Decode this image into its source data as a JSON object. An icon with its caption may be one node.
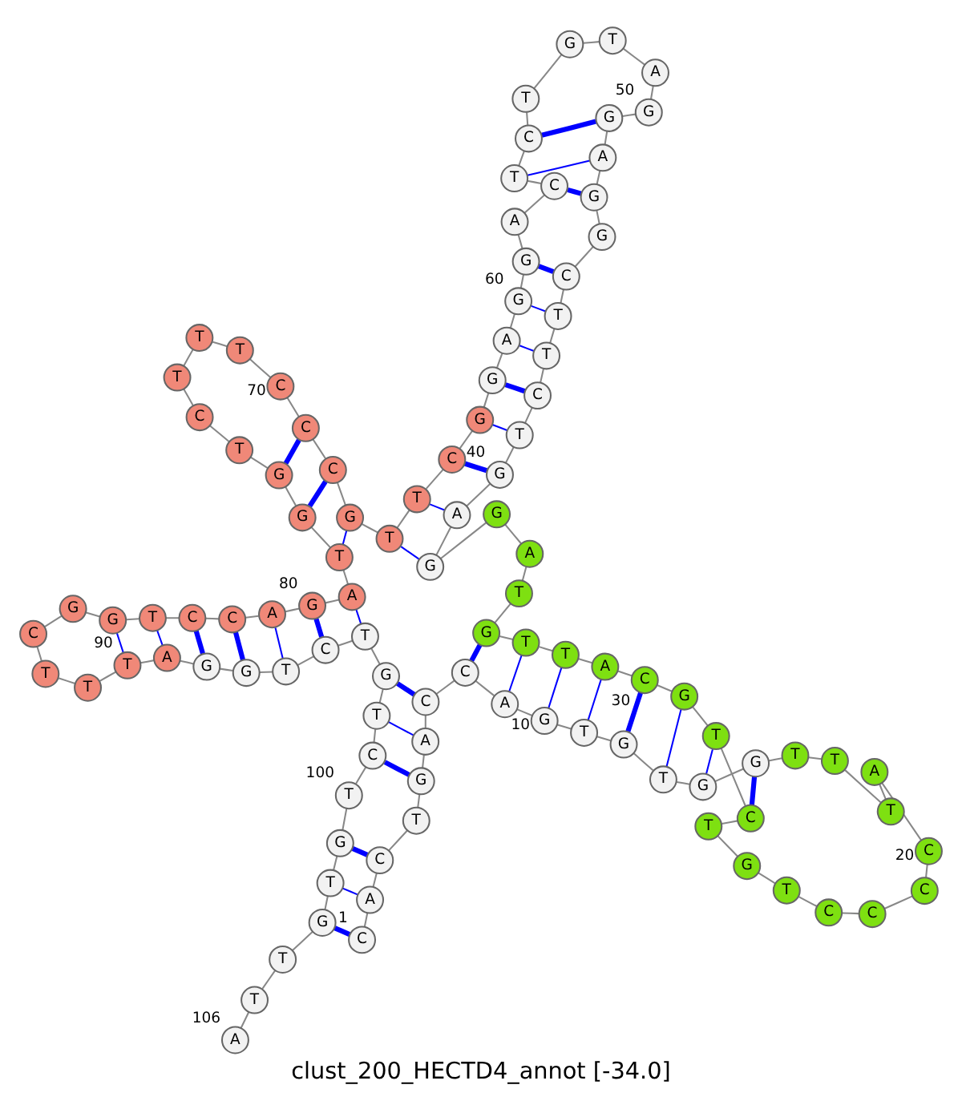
{
  "diagram": {
    "title": "clust_200_HECTD4_annot [-34.0]",
    "nodes": [
      {
        "text": [
          "C"
        ],
        "beside": [
          "1"
        ]
      },
      {
        "text": [
          "A"
        ]
      },
      {
        "text": [
          "C"
        ]
      },
      {
        "text": [
          "T"
        ]
      },
      {
        "text": [
          "G"
        ]
      },
      {
        "text": [
          "A"
        ]
      },
      {
        "text": [
          "C"
        ]
      },
      {
        "text": [
          "C"
        ]
      },
      {
        "text": [
          "A"
        ]
      },
      {
        "text": [
          "G"
        ],
        "beside": [
          "10"
        ]
      },
      {
        "text": [
          "T"
        ]
      },
      {
        "text": [
          "G"
        ]
      },
      {
        "text": [
          "T"
        ]
      },
      {
        "text": [
          "G"
        ]
      },
      {
        "text": [
          "G"
        ]
      },
      {
        "text": [
          "T"
        ]
      },
      {
        "text": [
          "T"
        ]
      },
      {
        "text": [
          "T"
        ]
      },
      {
        "text": [
          "A"
        ]
      },
      {
        "text": [
          "C"
        ],
        "beside": [
          "20"
        ]
      },
      {
        "text": [
          "C"
        ]
      },
      {
        "text": [
          "C"
        ]
      },
      {
        "text": [
          "C"
        ]
      },
      {
        "text": [
          "T"
        ]
      },
      {
        "text": [
          "G"
        ]
      },
      {
        "text": [
          "T"
        ]
      },
      {
        "text": [
          "C"
        ]
      },
      {
        "text": [
          "T"
        ]
      },
      {
        "text": [
          "G"
        ]
      },
      {
        "text": [
          "C"
        ],
        "beside": [
          "30"
        ]
      },
      {
        "text": [
          "A"
        ]
      },
      {
        "text": [
          "T"
        ]
      },
      {
        "text": [
          "T"
        ]
      },
      {
        "text": [
          "G"
        ]
      },
      {
        "text": [
          "T"
        ]
      },
      {
        "text": [
          "A"
        ]
      },
      {
        "text": [
          "G"
        ]
      },
      {
        "text": [
          "G"
        ]
      },
      {
        "text": [
          "A"
        ]
      },
      {
        "text": [
          "G"
        ],
        "beside": [
          "40"
        ]
      },
      {
        "text": [
          "T"
        ]
      },
      {
        "text": [
          "C"
        ]
      },
      {
        "text": [
          "T"
        ]
      },
      {
        "text": [
          "T"
        ]
      },
      {
        "text": [
          "C"
        ]
      },
      {
        "text": [
          "G"
        ]
      },
      {
        "text": [
          "G"
        ]
      },
      {
        "text": [
          "A"
        ]
      },
      {
        "text": [
          "G"
        ]
      },
      {
        "text": [
          "G"
        ],
        "beside": [
          "50"
        ]
      },
      {
        "text": [
          "A"
        ]
      },
      {
        "text": [
          "T"
        ]
      },
      {
        "text": [
          "G"
        ]
      },
      {
        "text": [
          "T"
        ]
      },
      {
        "text": [
          "C"
        ]
      },
      {
        "text": [
          "T"
        ]
      },
      {
        "text": [
          "C"
        ]
      },
      {
        "text": [
          "A"
        ]
      },
      {
        "text": [
          "G"
        ]
      },
      {
        "text": [
          "G"
        ],
        "beside": [
          "60"
        ]
      },
      {
        "text": [
          "A"
        ]
      },
      {
        "text": [
          "G"
        ]
      },
      {
        "text": [
          "G"
        ]
      },
      {
        "text": [
          "C"
        ]
      },
      {
        "text": [
          "T"
        ]
      },
      {
        "text": [
          "T"
        ]
      },
      {
        "text": [
          "G"
        ]
      },
      {
        "text": [
          "C"
        ]
      },
      {
        "text": [
          "C"
        ]
      },
      {
        "text": [
          "C"
        ],
        "beside": [
          "70"
        ]
      },
      {
        "text": [
          "T"
        ]
      },
      {
        "text": [
          "T"
        ]
      },
      {
        "text": [
          "T"
        ]
      },
      {
        "text": [
          "C"
        ]
      },
      {
        "text": [
          "T"
        ]
      },
      {
        "text": [
          "G"
        ]
      },
      {
        "text": [
          "G"
        ]
      },
      {
        "text": [
          "T"
        ]
      },
      {
        "text": [
          "A"
        ]
      },
      {
        "text": [
          "G"
        ],
        "beside": [
          "80"
        ]
      },
      {
        "text": [
          "A"
        ]
      },
      {
        "text": [
          "C"
        ]
      },
      {
        "text": [
          "C"
        ]
      },
      {
        "text": [
          "T"
        ]
      },
      {
        "text": [
          "G"
        ]
      },
      {
        "text": [
          "G"
        ]
      },
      {
        "text": [
          "C"
        ]
      },
      {
        "text": [
          "T"
        ]
      },
      {
        "text": [
          "T"
        ]
      },
      {
        "text": [
          "T"
        ],
        "beside": [
          "90"
        ]
      },
      {
        "text": [
          "A"
        ]
      },
      {
        "text": [
          "G"
        ]
      },
      {
        "text": [
          "G"
        ]
      },
      {
        "text": [
          "T"
        ]
      },
      {
        "text": [
          "C"
        ]
      },
      {
        "text": [
          "T"
        ]
      },
      {
        "text": [
          "G"
        ]
      },
      {
        "text": [
          "T"
        ]
      },
      {
        "text": [
          "C"
        ]
      },
      {
        "text": [
          "T"
        ],
        "beside": [
          "100"
        ]
      },
      {
        "text": [
          "G"
        ]
      },
      {
        "text": [
          "T"
        ]
      },
      {
        "text": [
          "G"
        ]
      },
      {
        "text": [
          "T"
        ]
      },
      {
        "text": [
          "T"
        ]
      },
      {
        "text": [
          "A"
        ],
        "beside": [
          "106"
        ]
      }
    ],
    "edges": [
      {
        "from": 0,
        "to": 1,
        "arrow": "none"
      },
      {
        "from": 1,
        "to": 2,
        "arrow": "none"
      },
      {
        "from": 2,
        "to": 3,
        "arrow": "none"
      },
      {
        "from": 3,
        "to": 4,
        "arrow": "none"
      },
      {
        "from": 4,
        "to": 5,
        "arrow": "none"
      },
      {
        "from": 5,
        "to": 6,
        "arrow": "none"
      },
      {
        "from": 6,
        "to": 7,
        "arrow": "none"
      },
      {
        "from": 7,
        "to": 8,
        "arrow": "none"
      },
      {
        "from": 8,
        "to": 9,
        "arrow": "none"
      },
      {
        "from": 9,
        "to": 10,
        "arrow": "none"
      },
      {
        "from": 10,
        "to": 11,
        "arrow": "none"
      },
      {
        "from": 11,
        "to": 12,
        "arrow": "none"
      },
      {
        "from": 12,
        "to": 13,
        "arrow": "none"
      },
      {
        "from": 13,
        "to": 14,
        "arrow": "none"
      },
      {
        "from": 14,
        "to": 15,
        "arrow": "none"
      },
      {
        "from": 15,
        "to": 16,
        "arrow": "none"
      },
      {
        "from": 16,
        "to": 17,
        "arrow": "none"
      },
      {
        "from": 17,
        "to": 18,
        "arrow": "none"
      },
      {
        "from": 18,
        "to": 19,
        "arrow": "none"
      },
      {
        "from": 19,
        "to": 20,
        "arrow": "none"
      },
      {
        "from": 20,
        "to": 21,
        "arrow": "none"
      },
      {
        "from": 21,
        "to": 22,
        "arrow": "none"
      },
      {
        "from": 22,
        "to": 23,
        "arrow": "none"
      },
      {
        "from": 23,
        "to": 24,
        "arrow": "none"
      },
      {
        "from": 24,
        "to": 25,
        "arrow": "none"
      },
      {
        "from": 25,
        "to": 26,
        "arrow": "none"
      },
      {
        "from": 26,
        "to": 27,
        "arrow": "none"
      },
      {
        "from": 27,
        "to": 28,
        "arrow": "none"
      },
      {
        "from": 28,
        "to": 29,
        "arrow": "none"
      },
      {
        "from": 29,
        "to": 30,
        "arrow": "none"
      },
      {
        "from": 30,
        "to": 31,
        "arrow": "none"
      },
      {
        "from": 31,
        "to": 32,
        "arrow": "none"
      },
      {
        "from": 32,
        "to": 33,
        "arrow": "none"
      },
      {
        "from": 33,
        "to": 34,
        "arrow": "none"
      },
      {
        "from": 34,
        "to": 35,
        "arrow": "none"
      },
      {
        "from": 35,
        "to": 36,
        "arrow": "none"
      },
      {
        "from": 36,
        "to": 37,
        "arrow": "none"
      },
      {
        "from": 37,
        "to": 38,
        "arrow": "none"
      },
      {
        "from": 38,
        "to": 39,
        "arrow": "none"
      },
      {
        "from": 39,
        "to": 40,
        "arrow": "none"
      },
      {
        "from": 40,
        "to": 41,
        "arrow": "none"
      },
      {
        "from": 41,
        "to": 42,
        "arrow": "none"
      },
      {
        "from": 42,
        "to": 43,
        "arrow": "none"
      },
      {
        "from": 43,
        "to": 44,
        "arrow": "none"
      },
      {
        "from": 44,
        "to": 45,
        "arrow": "none"
      },
      {
        "from": 45,
        "to": 46,
        "arrow": "none"
      },
      {
        "from": 46,
        "to": 47,
        "arrow": "none"
      },
      {
        "from": 47,
        "to": 48,
        "arrow": "none"
      },
      {
        "from": 48,
        "to": 49,
        "arrow": "none"
      },
      {
        "from": 49,
        "to": 50,
        "arrow": "none"
      },
      {
        "from": 50,
        "to": 51,
        "arrow": "none"
      },
      {
        "from": 51,
        "to": 52,
        "arrow": "none"
      },
      {
        "from": 52,
        "to": 53,
        "arrow": "none"
      },
      {
        "from": 53,
        "to": 54,
        "arrow": "none"
      },
      {
        "from": 54,
        "to": 55,
        "arrow": "none"
      },
      {
        "from": 55,
        "to": 56,
        "arrow": "none"
      },
      {
        "from": 56,
        "to": 57,
        "arrow": "none"
      },
      {
        "from": 57,
        "to": 58,
        "arrow": "none"
      },
      {
        "from": 58,
        "to": 59,
        "arrow": "none"
      },
      {
        "from": 59,
        "to": 60,
        "arrow": "none"
      },
      {
        "from": 60,
        "to": 61,
        "arrow": "none"
      },
      {
        "from": 61,
        "to": 62,
        "arrow": "none"
      },
      {
        "from": 62,
        "to": 63,
        "arrow": "none"
      },
      {
        "from": 63,
        "to": 64,
        "arrow": "none"
      },
      {
        "from": 64,
        "to": 65,
        "arrow": "none"
      },
      {
        "from": 65,
        "to": 66,
        "arrow": "none"
      },
      {
        "from": 66,
        "to": 67,
        "arrow": "none"
      },
      {
        "from": 67,
        "to": 68,
        "arrow": "none"
      },
      {
        "from": 68,
        "to": 69,
        "arrow": "none"
      },
      {
        "from": 69,
        "to": 70,
        "arrow": "none"
      },
      {
        "from": 70,
        "to": 71,
        "arrow": "none"
      },
      {
        "from": 71,
        "to": 72,
        "arrow": "none"
      },
      {
        "from": 72,
        "to": 73,
        "arrow": "none"
      },
      {
        "from": 73,
        "to": 74,
        "arrow": "none"
      },
      {
        "from": 74,
        "to": 75,
        "arrow": "none"
      },
      {
        "from": 75,
        "to": 76,
        "arrow": "none"
      },
      {
        "from": 76,
        "to": 77,
        "arrow": "none"
      },
      {
        "from": 77,
        "to": 78,
        "arrow": "none"
      },
      {
        "from": 78,
        "to": 79,
        "arrow": "none"
      },
      {
        "from": 79,
        "to": 80,
        "arrow": "none"
      },
      {
        "from": 80,
        "to": 81,
        "arrow": "none"
      },
      {
        "from": 81,
        "to": 82,
        "arrow": "none"
      },
      {
        "from": 82,
        "to": 83,
        "arrow": "none"
      },
      {
        "from": 83,
        "to": 84,
        "arrow": "none"
      },
      {
        "from": 84,
        "to": 85,
        "arrow": "none"
      },
      {
        "from": 85,
        "to": 86,
        "arrow": "none"
      },
      {
        "from": 86,
        "to": 87,
        "arrow": "none"
      },
      {
        "from": 87,
        "to": 88,
        "arrow": "none"
      },
      {
        "from": 88,
        "to": 89,
        "arrow": "none"
      },
      {
        "from": 89,
        "to": 90,
        "arrow": "none"
      },
      {
        "from": 90,
        "to": 91,
        "arrow": "none"
      },
      {
        "from": 91,
        "to": 92,
        "arrow": "none"
      },
      {
        "from": 92,
        "to": 93,
        "arrow": "none"
      },
      {
        "from": 93,
        "to": 94,
        "arrow": "none"
      },
      {
        "from": 94,
        "to": 95,
        "arrow": "none"
      },
      {
        "from": 95,
        "to": 96,
        "arrow": "none"
      },
      {
        "from": 96,
        "to": 97,
        "arrow": "none"
      },
      {
        "from": 97,
        "to": 98,
        "arrow": "none"
      },
      {
        "from": 98,
        "to": 99,
        "arrow": "none"
      },
      {
        "from": 99,
        "to": 100,
        "arrow": "none"
      },
      {
        "from": 100,
        "to": 101,
        "arrow": "none"
      },
      {
        "from": 101,
        "to": 102,
        "arrow": "none"
      },
      {
        "from": 102,
        "to": 103,
        "arrow": "none"
      },
      {
        "from": 103,
        "to": 104,
        "arrow": "none"
      },
      {
        "from": 104,
        "to": 105,
        "arrow": "none"
      },
      {
        "from": 0,
        "to": 102,
        "arrow": "none",
        "style": "thick",
        "color": "#0000ff"
      },
      {
        "from": 1,
        "to": 101,
        "arrow": "none",
        "color": "#0000ff"
      },
      {
        "from": 2,
        "to": 100,
        "arrow": "none",
        "style": "thick",
        "color": "#0000ff"
      },
      {
        "from": 4,
        "to": 98,
        "arrow": "none",
        "style": "thick",
        "color": "#0000ff"
      },
      {
        "from": 5,
        "to": 97,
        "arrow": "none",
        "color": "#0000ff"
      },
      {
        "from": 6,
        "to": 96,
        "arrow": "none",
        "style": "thick",
        "color": "#0000ff"
      },
      {
        "from": 7,
        "to": 33,
        "arrow": "none",
        "style": "thick",
        "color": "#0000ff"
      },
      {
        "from": 8,
        "to": 32,
        "arrow": "none",
        "color": "#0000ff"
      },
      {
        "from": 9,
        "to": 31,
        "arrow": "none",
        "color": "#0000ff"
      },
      {
        "from": 10,
        "to": 30,
        "arrow": "none",
        "color": "#0000ff"
      },
      {
        "from": 11,
        "to": 29,
        "arrow": "none",
        "style": "thick",
        "color": "#0000ff"
      },
      {
        "from": 12,
        "to": 28,
        "arrow": "none",
        "color": "#0000ff"
      },
      {
        "from": 13,
        "to": 27,
        "arrow": "none",
        "color": "#0000ff"
      },
      {
        "from": 14,
        "to": 26,
        "arrow": "none",
        "style": "thick",
        "color": "#0000ff"
      },
      {
        "from": 37,
        "to": 65,
        "arrow": "none",
        "color": "#0000ff"
      },
      {
        "from": 38,
        "to": 64,
        "arrow": "none",
        "color": "#0000ff"
      },
      {
        "from": 39,
        "to": 63,
        "arrow": "none",
        "style": "thick",
        "color": "#0000ff"
      },
      {
        "from": 40,
        "to": 62,
        "arrow": "none",
        "color": "#0000ff"
      },
      {
        "from": 41,
        "to": 61,
        "arrow": "none",
        "style": "thick",
        "color": "#0000ff"
      },
      {
        "from": 42,
        "to": 60,
        "arrow": "none",
        "color": "#0000ff"
      },
      {
        "from": 43,
        "to": 59,
        "arrow": "none",
        "color": "#0000ff"
      },
      {
        "from": 44,
        "to": 58,
        "arrow": "none",
        "style": "thick",
        "color": "#0000ff"
      },
      {
        "from": 46,
        "to": 56,
        "arrow": "none",
        "style": "thick",
        "color": "#0000ff"
      },
      {
        "from": 47,
        "to": 55,
        "arrow": "none",
        "color": "#0000ff"
      },
      {
        "from": 48,
        "to": 54,
        "arrow": "none",
        "style": "thick",
        "color": "#0000ff"
      },
      {
        "from": 66,
        "to": 77,
        "arrow": "none",
        "color": "#0000ff"
      },
      {
        "from": 67,
        "to": 76,
        "arrow": "none",
        "style": "thick",
        "color": "#0000ff"
      },
      {
        "from": 68,
        "to": 75,
        "arrow": "none",
        "style": "thick",
        "color": "#0000ff"
      },
      {
        "from": 78,
        "to": 95,
        "arrow": "none",
        "color": "#0000ff"
      },
      {
        "from": 79,
        "to": 94,
        "arrow": "none",
        "style": "thick",
        "color": "#0000ff"
      },
      {
        "from": 80,
        "to": 93,
        "arrow": "none",
        "color": "#0000ff"
      },
      {
        "from": 81,
        "to": 92,
        "arrow": "none",
        "style": "thick",
        "color": "#0000ff"
      },
      {
        "from": 82,
        "to": 91,
        "arrow": "none",
        "style": "thick",
        "color": "#0000ff"
      },
      {
        "from": 83,
        "to": 90,
        "arrow": "none",
        "color": "#0000ff"
      },
      {
        "from": 84,
        "to": 89,
        "arrow": "none",
        "color": "#0000ff"
      }
    ]
  }
}
